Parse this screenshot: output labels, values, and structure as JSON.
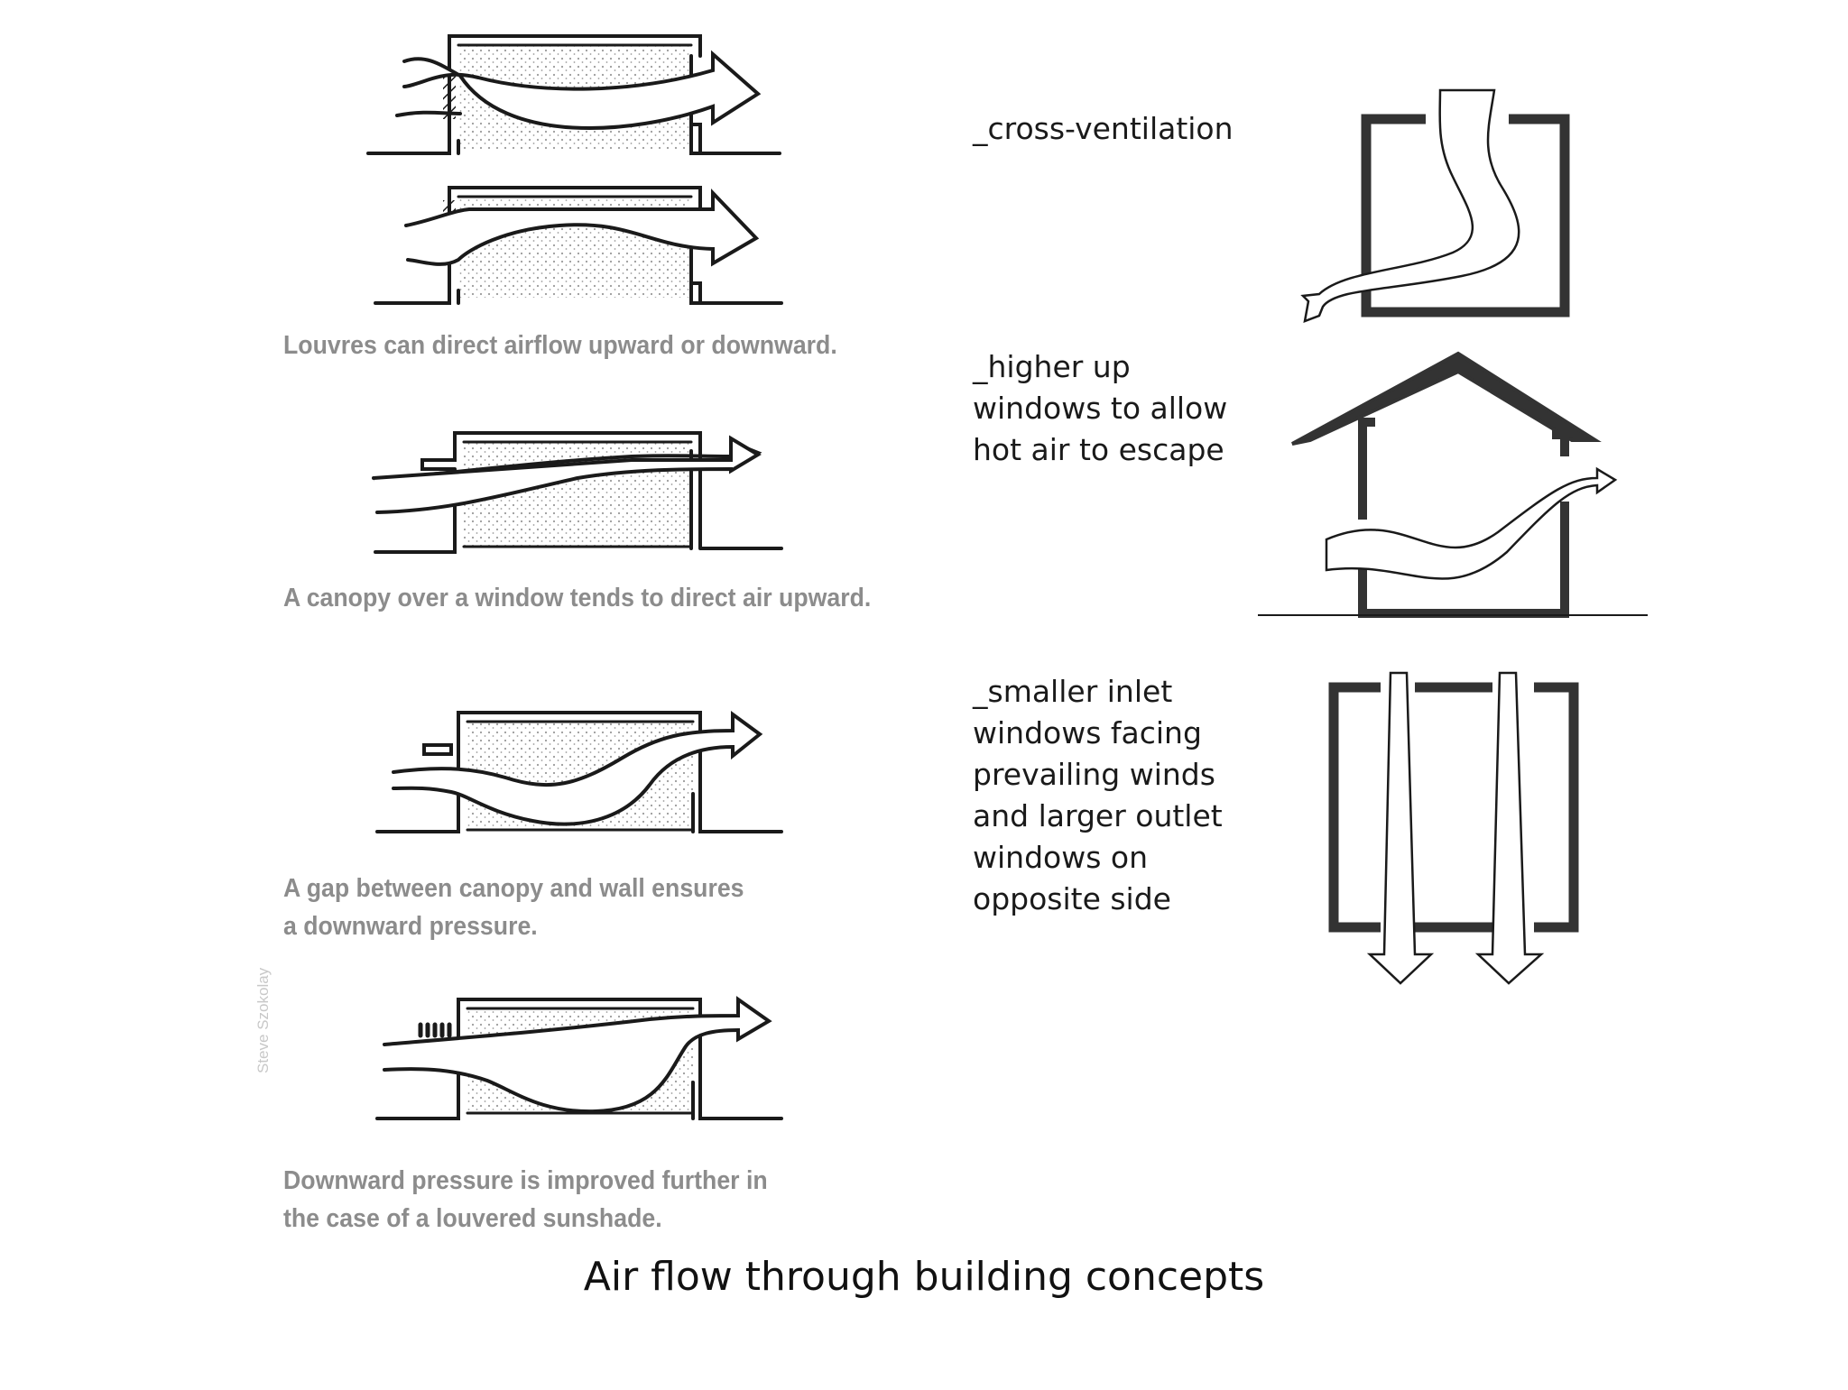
{
  "title": "Air flow through building concepts",
  "credit": "Steve Szokolay",
  "left_figures": [
    {
      "id": "louvres",
      "caption": "Louvres can direct airflow upward or downward."
    },
    {
      "id": "canopy",
      "caption": "A canopy over a window tends to direct air upward."
    },
    {
      "id": "gap",
      "caption": "A gap between canopy and wall ensures\na downward pressure."
    },
    {
      "id": "louvered-sunshade",
      "caption": "Downward pressure is improved further in\nthe case of a louvered sunshade."
    }
  ],
  "right_concepts": [
    {
      "id": "cross-ventilation",
      "label": "_cross-ventilation"
    },
    {
      "id": "higher-windows",
      "label": "_higher up\nwindows to allow\nhot air to escape"
    },
    {
      "id": "inlet-outlet",
      "label": "_smaller inlet\nwindows facing\nprevailing winds\nand larger outlet\nwindows on\nopposite side"
    }
  ],
  "colors": {
    "line": "#1a1a1a",
    "dark_wall": "#333333",
    "caption": "#8c8c8c",
    "stipple": "#9a9a9a"
  }
}
